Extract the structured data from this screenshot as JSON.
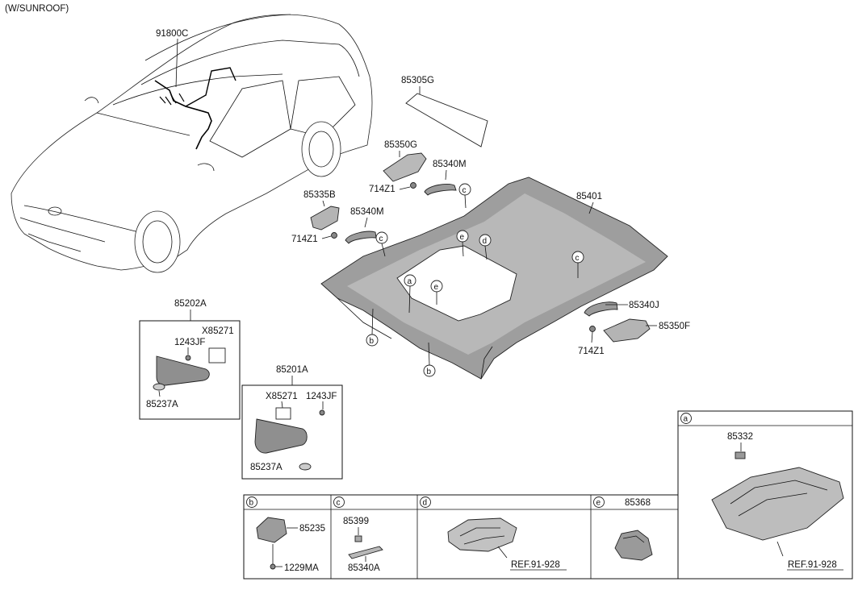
{
  "header": {
    "variant": "(W/SUNROOF)"
  },
  "labels": {
    "p91800C": "91800C",
    "p85305G": "85305G",
    "p85350G": "85350G",
    "p85340M_a": "85340M",
    "p714Z1_a": "714Z1",
    "p85335B": "85335B",
    "p85340M_b": "85340M",
    "p714Z1_b": "714Z1",
    "p85401": "85401",
    "p85340J": "85340J",
    "p85350F": "85350F",
    "p714Z1_c": "714Z1",
    "p85202A": "85202A",
    "p1243JF_a": "1243JF",
    "pX85271_a": "X85271",
    "p85237A_a": "85237A",
    "p85201A": "85201A",
    "pX85271_b": "X85271",
    "p1243JF_b": "1243JF",
    "p85237A_b": "85237A"
  },
  "callouts": {
    "a": "a",
    "b": "b",
    "c": "c",
    "d": "d",
    "e": "e"
  },
  "detail": {
    "a_part": "85332",
    "a_ref": "REF.91-928",
    "b_part1": "85235",
    "b_part2": "1229MA",
    "c_part1": "85399",
    "c_part2": "85340A",
    "d_ref": "REF.91-928",
    "e_part": "85368"
  }
}
